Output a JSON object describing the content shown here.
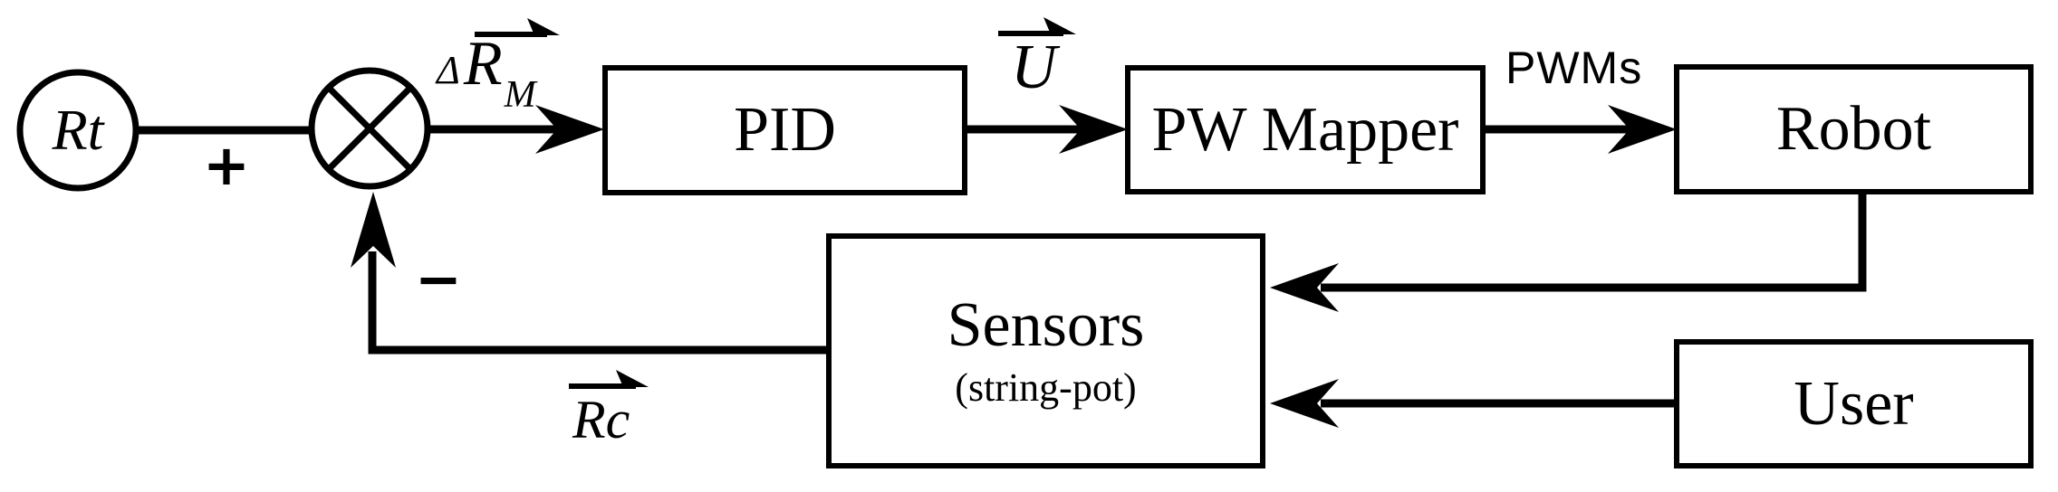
{
  "diagram": {
    "description": "Robot PID feedback control loop block diagram",
    "colors": {
      "ink": "#000000",
      "background": "#ffffff"
    },
    "nodes": {
      "rt": {
        "label": "Rt"
      },
      "summing_junction": {
        "plus_sign": "+",
        "minus_sign": "−"
      },
      "pid": {
        "label": "PID"
      },
      "pw_mapper": {
        "label": "PW Mapper"
      },
      "robot": {
        "label": "Robot"
      },
      "sensors": {
        "label": "Sensors",
        "sublabel": "(string-pot)"
      },
      "user": {
        "label": "User"
      }
    },
    "signals": {
      "delta_rm": {
        "prefix": "Δ",
        "base": "R",
        "subscript": "M"
      },
      "u": {
        "base": "U"
      },
      "pwms": {
        "label": "PWMs"
      },
      "rc": {
        "base": "Rc"
      }
    }
  }
}
